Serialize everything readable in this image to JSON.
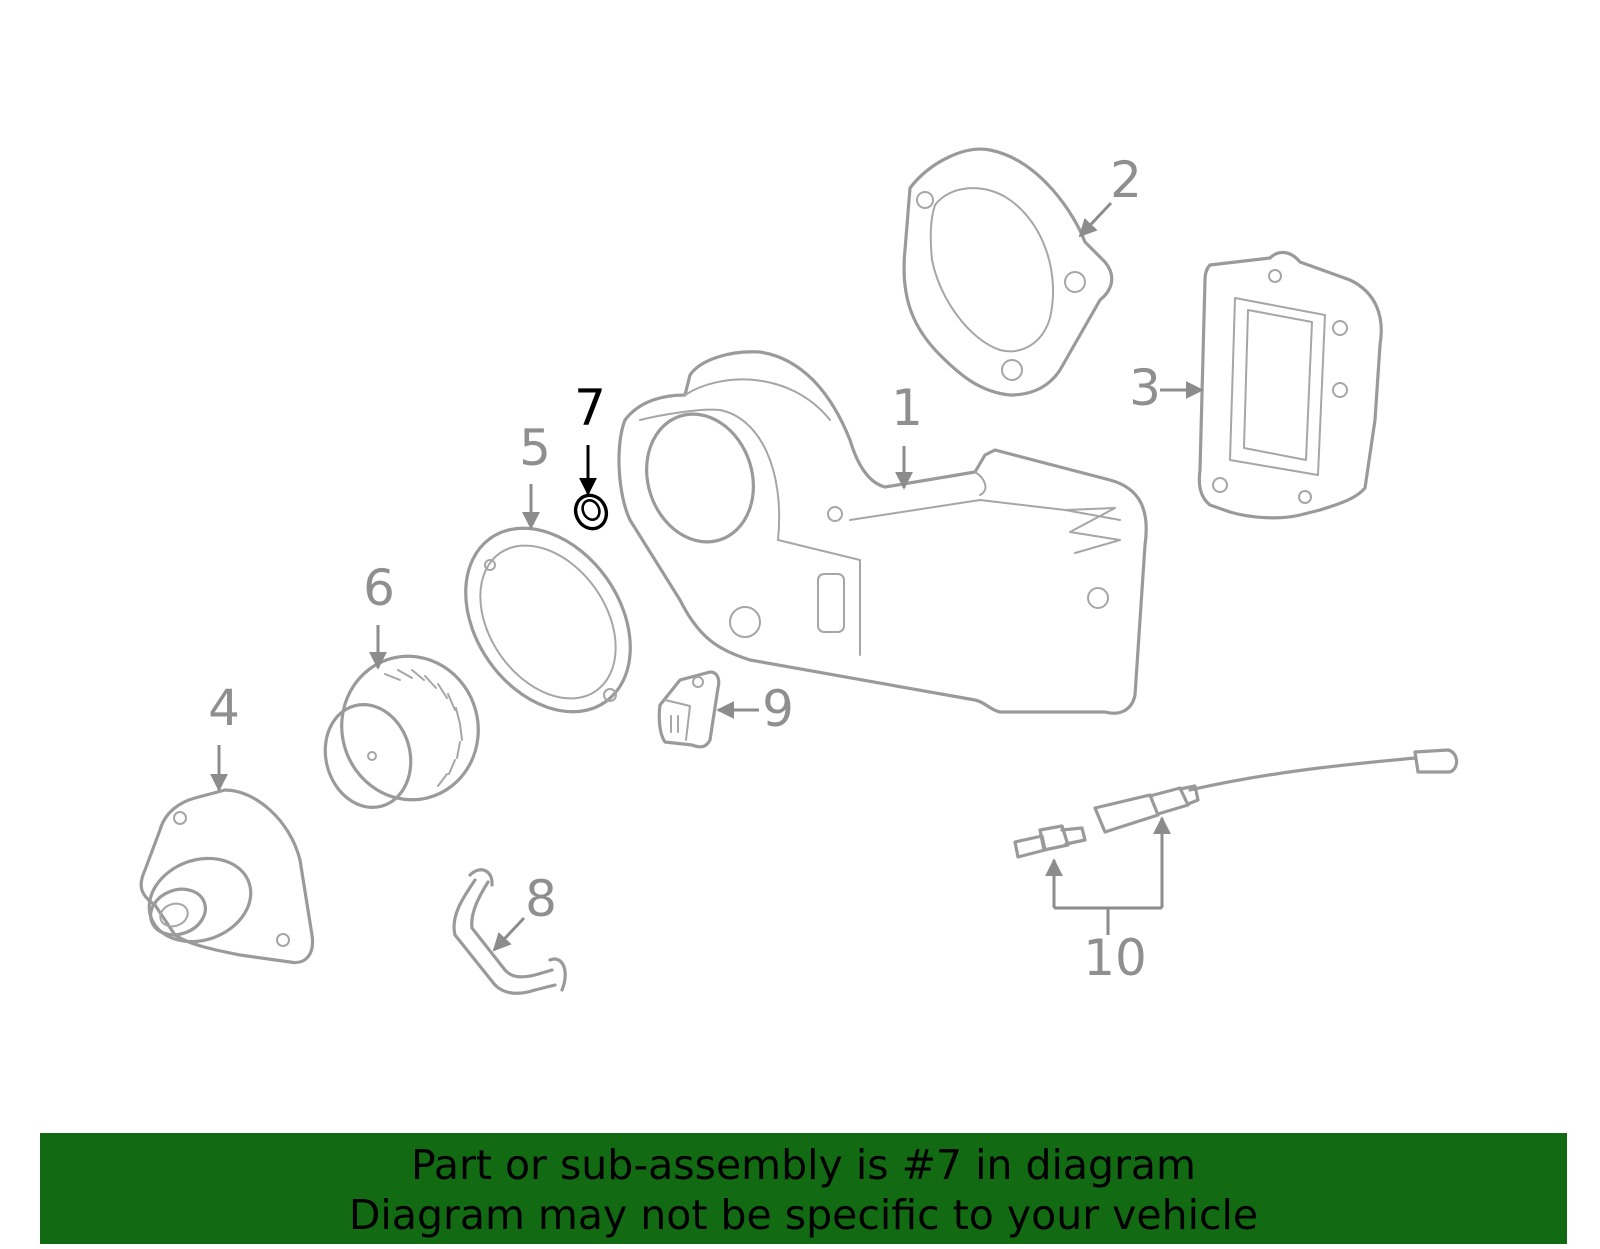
{
  "callouts": {
    "c1": "1",
    "c2": "2",
    "c3": "3",
    "c4": "4",
    "c5": "5",
    "c6": "6",
    "c7": "7",
    "c8": "8",
    "c9": "9",
    "c10": "10"
  },
  "highlighted_part": "7",
  "colors": {
    "part_outline": "#9a9a9a",
    "highlight": "#000000",
    "banner_background": "#126a12"
  },
  "banner": {
    "line1": "Part or sub-assembly is #7 in diagram",
    "line2": "Diagram may not be specific to your vehicle"
  }
}
